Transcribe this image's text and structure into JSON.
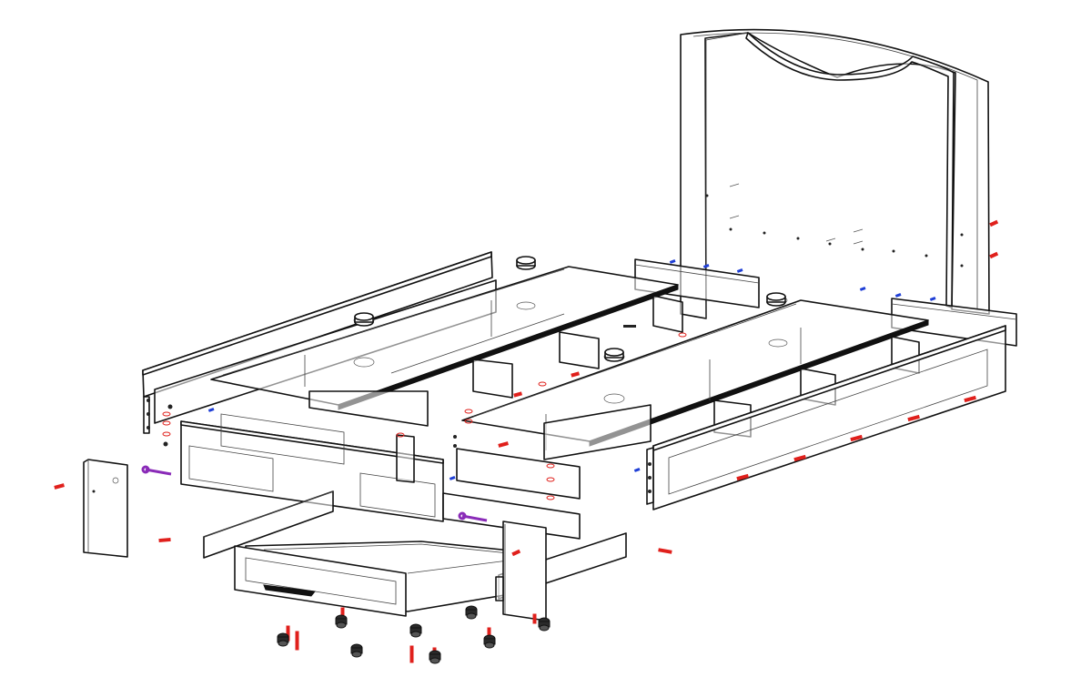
{
  "diagram": {
    "colors": {
      "line": "#111111",
      "hardware_red": "#e0201c",
      "hardware_blue": "#1f3fd6",
      "hardware_purple": "#8a2bb8",
      "hardware_black": "#222222"
    },
    "parts": [
      {
        "name": "headboard",
        "icon": "headboard-panel"
      },
      {
        "name": "side-rail-left",
        "icon": "long-rail"
      },
      {
        "name": "side-rail-right",
        "icon": "long-rail"
      },
      {
        "name": "slat-platform-left",
        "icon": "platform-board"
      },
      {
        "name": "slat-platform-right",
        "icon": "platform-board"
      },
      {
        "name": "footboard",
        "icon": "front-panel"
      },
      {
        "name": "end-panel",
        "icon": "small-panel"
      },
      {
        "name": "drawer-box",
        "icon": "drawer"
      },
      {
        "name": "drawer-front",
        "icon": "drawer-front"
      },
      {
        "name": "leg-glides",
        "icon": "glide-foot"
      }
    ]
  }
}
